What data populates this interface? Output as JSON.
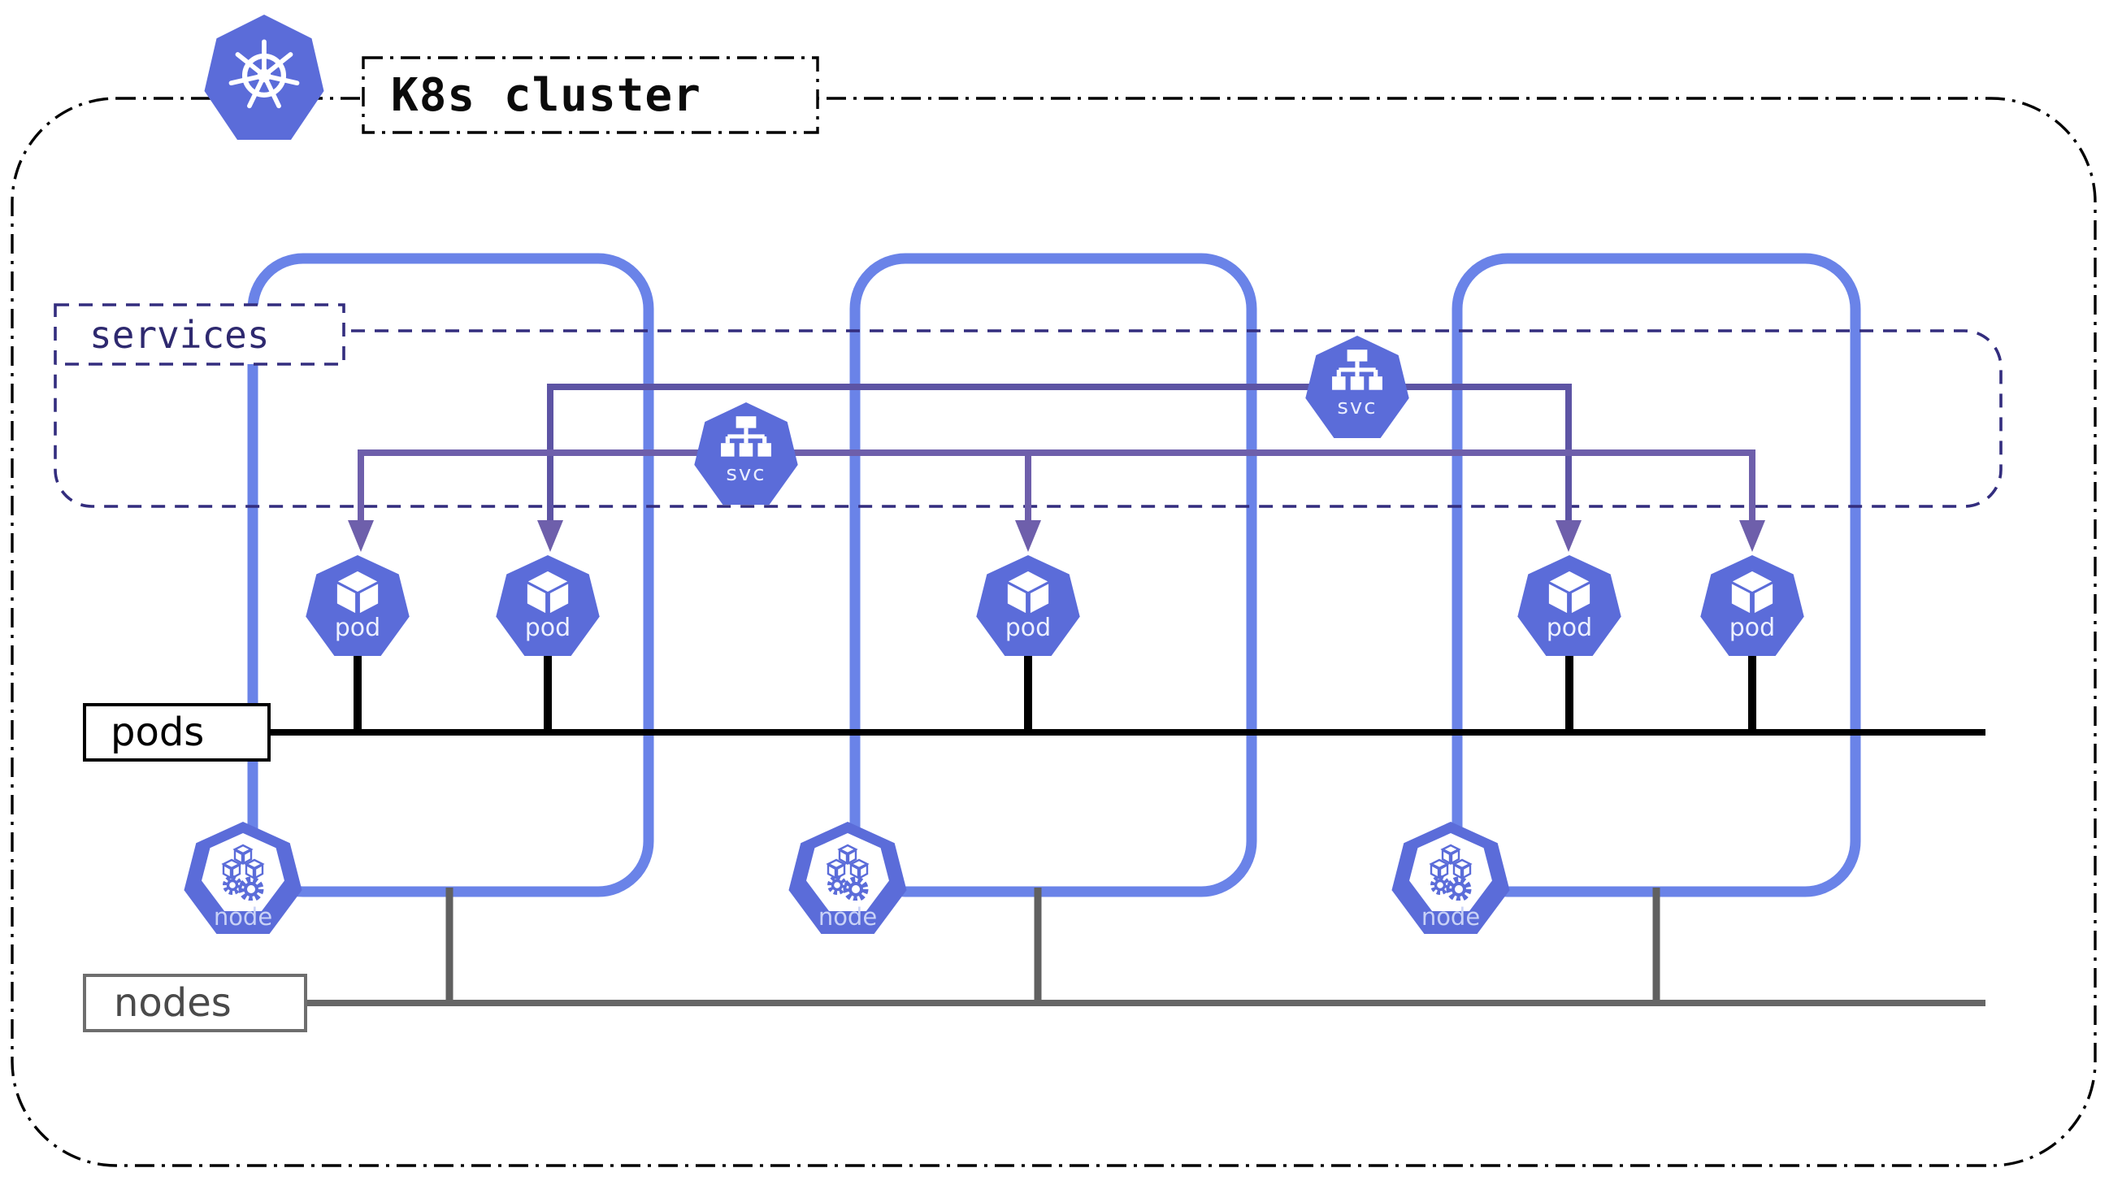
{
  "header": {
    "cluster_label": "K8s cluster"
  },
  "services": {
    "label": "services",
    "items": [
      {
        "label": "svc"
      },
      {
        "label": "svc"
      }
    ]
  },
  "pods": {
    "axis_label": "pods",
    "items": [
      {
        "label": "pod"
      },
      {
        "label": "pod"
      },
      {
        "label": "pod"
      },
      {
        "label": "pod"
      },
      {
        "label": "pod"
      }
    ]
  },
  "nodes": {
    "axis_label": "nodes",
    "items": [
      {
        "label": "node"
      },
      {
        "label": "node"
      },
      {
        "label": "node"
      }
    ]
  },
  "colors": {
    "icon_blue": "#5b6cd9",
    "box_blue": "#6a83e8",
    "purple": "#665aa6",
    "indigo": "#332d7e",
    "gray_line": "#666666",
    "gray_text": "#4a4a4a",
    "black": "#000000"
  }
}
